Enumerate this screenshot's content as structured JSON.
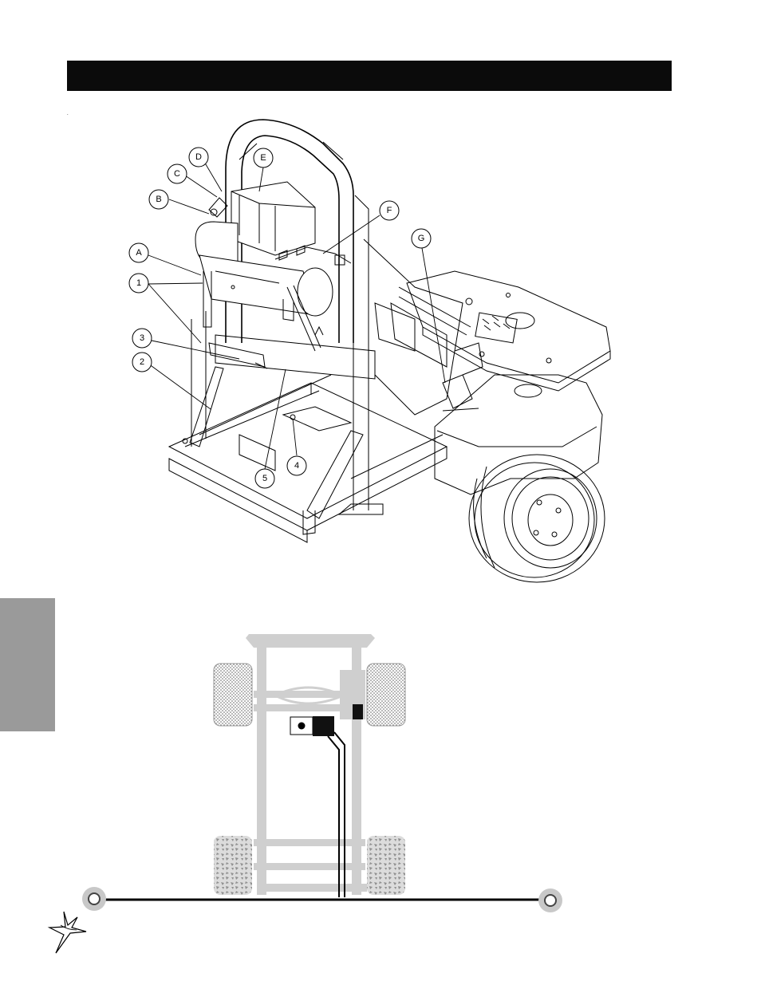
{
  "header": {
    "title": ""
  },
  "callouts": {
    "A": "A",
    "B": "B",
    "C": "C",
    "D": "D",
    "E": "E",
    "F": "F",
    "G": "G",
    "n1": "1",
    "n2": "2",
    "n3": "3",
    "n4": "4",
    "n5": "5"
  },
  "colors": {
    "header_bar": "#0b0b0b",
    "side_tab": "#9a9a9a",
    "chassis_grey": "#cfcfcf",
    "hose": "#000000"
  },
  "icons": {
    "footer_logo": "star-burst-logo-icon"
  }
}
